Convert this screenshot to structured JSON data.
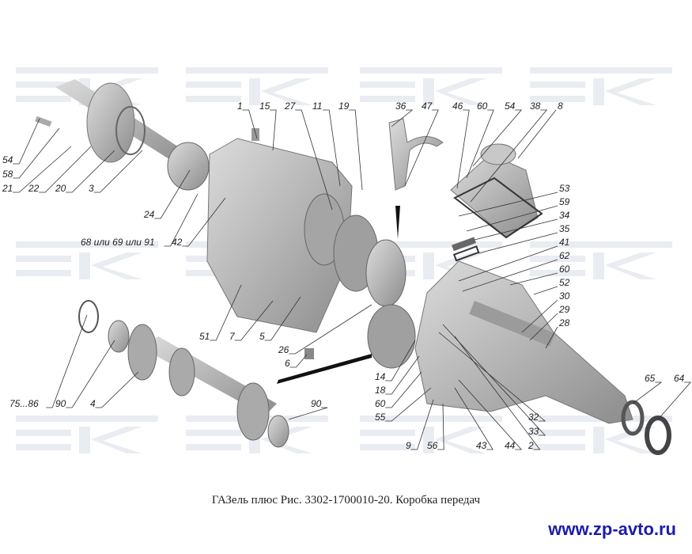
{
  "labels": [
    "1",
    "15",
    "27",
    "11",
    "19",
    "36",
    "47",
    "46",
    "60",
    "54",
    "38",
    "8",
    "54",
    "58",
    "21",
    "22",
    "20",
    "3",
    "24",
    "68 или 69 или 91",
    "42",
    "53",
    "59",
    "34",
    "35",
    "41",
    "62",
    "60",
    "52",
    "30",
    "29",
    "28",
    "51",
    "7",
    "5",
    "26",
    "6",
    "75...86",
    "90",
    "4",
    "90",
    "14",
    "18",
    "60",
    "55",
    "9",
    "56",
    "43",
    "44",
    "2",
    "32",
    "33",
    "65",
    "64"
  ],
  "caption": "ГАЗель плюс Рис. 3302-1700010-20. Коробка передач",
  "url": "www.zp-avto.ru",
  "colors": {
    "part": "#b9b9b9",
    "part_dark": "#8a8a8a",
    "watermark": "#e9ecf1",
    "url": "#1c1ca8"
  }
}
